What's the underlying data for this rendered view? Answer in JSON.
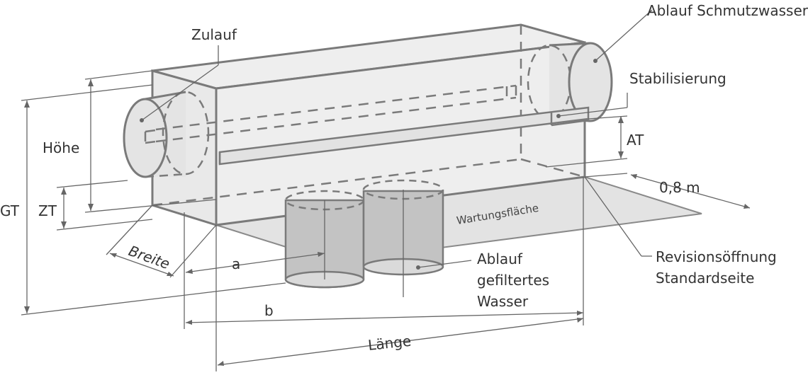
{
  "labels": {
    "ablauf_schmutzwasser": "Ablauf Schmutzwasser",
    "zulauf": "Zulauf",
    "stabilisierung": "Stabilisierung",
    "hoehe": "Höhe",
    "at": "AT",
    "gt": "GT",
    "zt": "ZT",
    "abstand": "0,8 m",
    "wartungsflaeche": "Wartungsfläche",
    "breite": "Breite",
    "a": "a",
    "b": "b",
    "ablauf_gefiltert_1": "Ablauf",
    "ablauf_gefiltert_2": "gefiltertes",
    "ablauf_gefiltert_3": "Wasser",
    "revision_1": "Revisionsöffnung",
    "revision_2": "Standardseite",
    "laenge": "Länge"
  },
  "colors": {
    "line": "#7a7a7a",
    "box_fill": "#ececec",
    "floor_fill": "#e3e3e3",
    "filter_fill": "#c3c3c3",
    "text": "#333333"
  }
}
